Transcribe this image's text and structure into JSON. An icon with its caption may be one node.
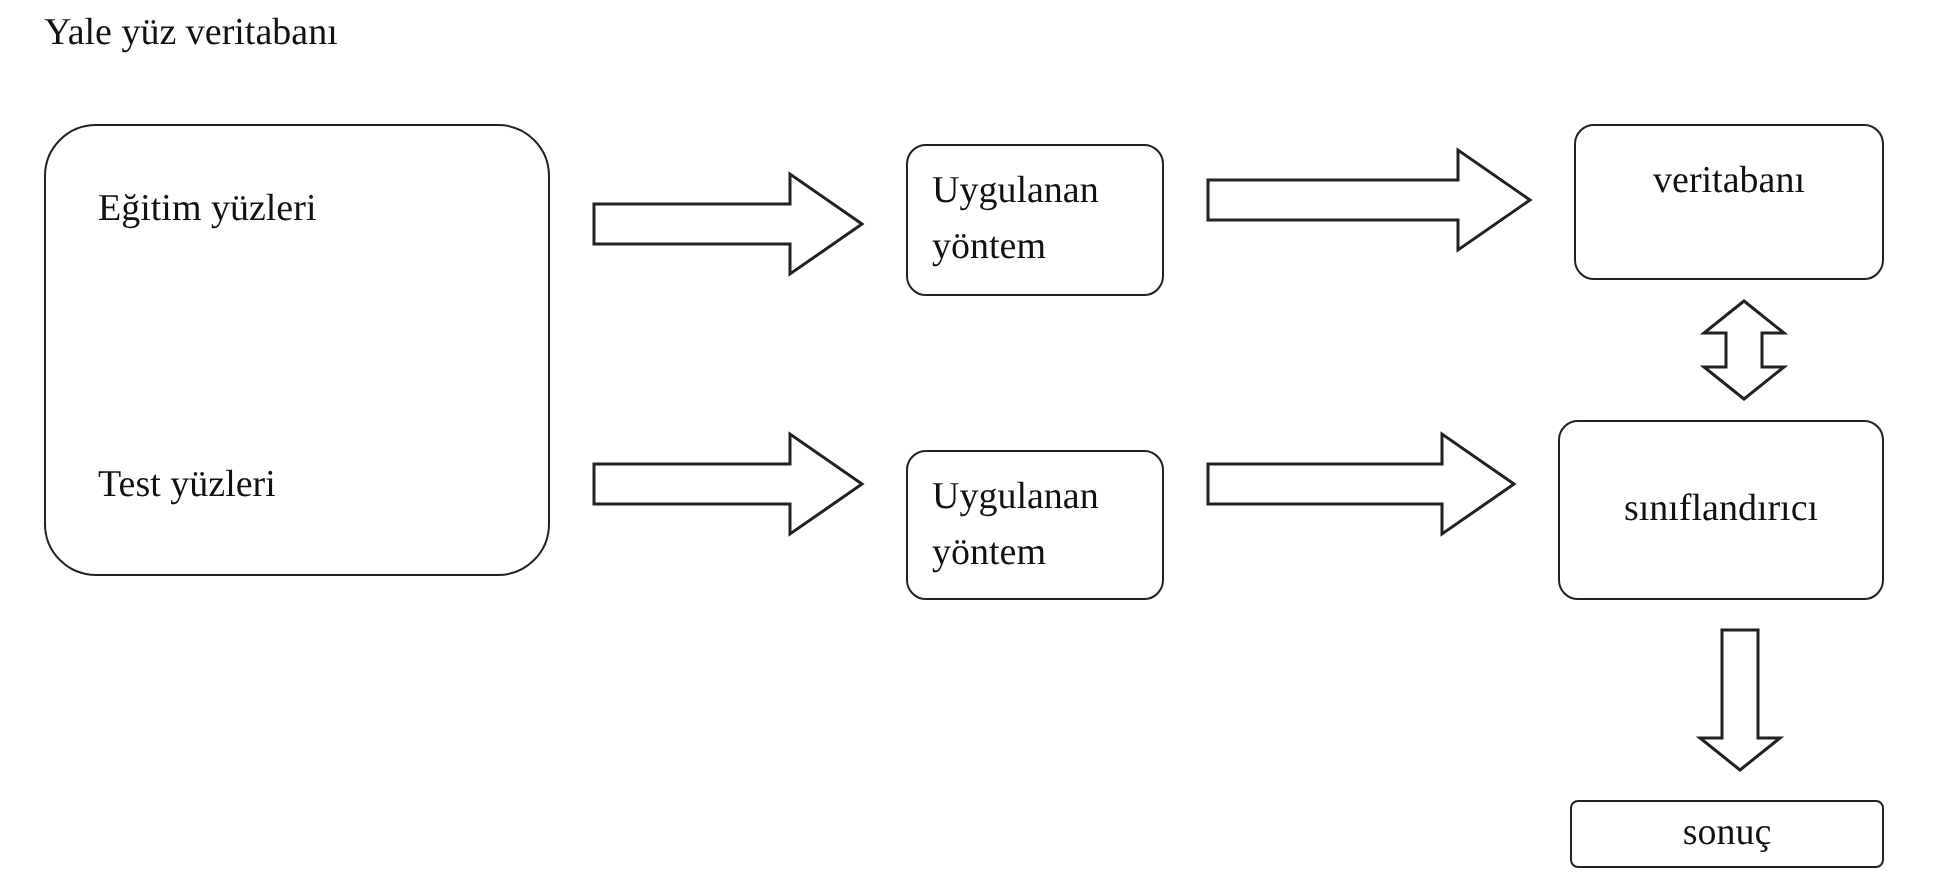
{
  "diagram": {
    "title": "Yale yüz veritabanı",
    "nodes": [
      {
        "text": [
          "Eğitim yüzleri",
          "Test yüzleri"
        ]
      },
      {
        "text": [
          "Uygulanan yöntem"
        ]
      },
      {
        "text": [
          "veritabanı"
        ]
      },
      {
        "text": [
          "Uygulanan yöntem"
        ]
      },
      {
        "text": [
          "sınıflandırıcı"
        ]
      },
      {
        "text": [
          "sonuç"
        ]
      }
    ],
    "edges": [
      {
        "from": 0,
        "to": 1,
        "arrow": "to"
      },
      {
        "from": 1,
        "to": 2,
        "arrow": "to"
      },
      {
        "from": 2,
        "to": 4,
        "arrow": "both"
      },
      {
        "from": 0,
        "to": 3,
        "arrow": "to"
      },
      {
        "from": 3,
        "to": 4,
        "arrow": "to"
      },
      {
        "from": 4,
        "to": 5,
        "arrow": "to"
      }
    ]
  }
}
